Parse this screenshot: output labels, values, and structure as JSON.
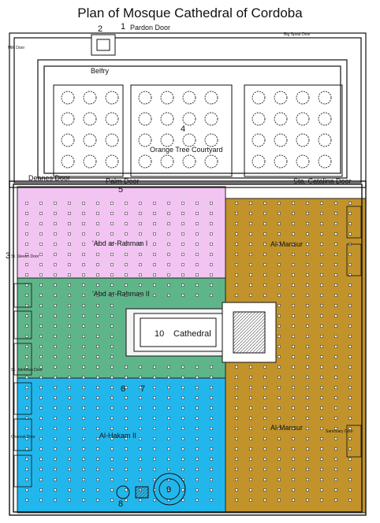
{
  "title": "Plan of Mosque Cathedral of Cordoba",
  "doors": {
    "pardon": "Pardon Door",
    "big_spout": "Big Spout Door",
    "milk": "Milk Door",
    "deanes": "Deanes Door",
    "palm": "Palm Door",
    "sta_catalina": "Sta. Catalina Door",
    "st_steven": "St. Steven Door",
    "st_ildefonso": "St. Ildefonso Door",
    "chancel": "Chancel Door",
    "sanctuary": "Sanctuary Door"
  },
  "areas": {
    "belfry": "Belfry",
    "courtyard": "Orange Tree Courtyard",
    "abd1": "'Abd ar-Rahman I",
    "abd2": "'Abd ar-Rahman II",
    "cathedral": "Cathedral",
    "mansur_upper": "Al-Mansur",
    "mansur_lower": "Al-Mansur",
    "hakam": "Al-Hakam II"
  },
  "numbers": {
    "n1": "1",
    "n2": "2",
    "n3": "3",
    "n4": "4",
    "n5": "5",
    "n6": "6",
    "n7": "7",
    "n8": "8",
    "n9": "9",
    "n10": "10"
  },
  "colors": {
    "abd_rahman_i": "#f2c4f1",
    "abd_rahman_ii": "#5fb58a",
    "al_hakam_ii": "#22b7ec",
    "al_mansur": "#c1932a",
    "courtyard": "#ffffff",
    "walls": "#111111"
  }
}
